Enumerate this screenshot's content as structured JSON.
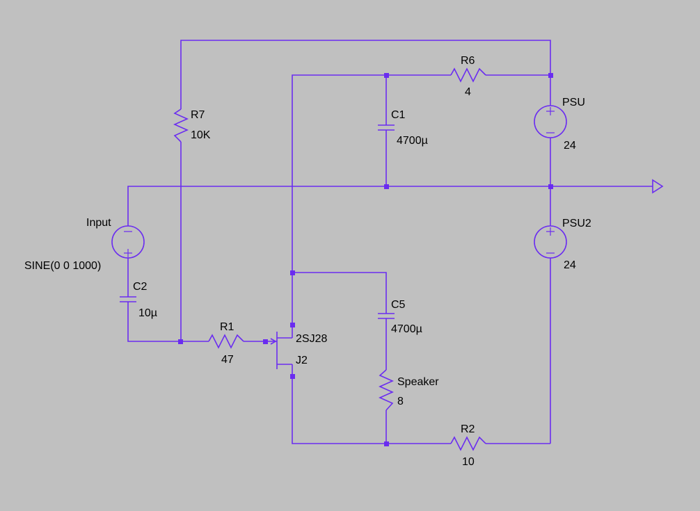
{
  "colors": {
    "background": "#c0c0c0",
    "wire": "#6a2cf0",
    "text": "#000000"
  },
  "components": {
    "R6": {
      "name": "R6",
      "value": "4"
    },
    "R7": {
      "name": "R7",
      "value": "10K"
    },
    "C1": {
      "name": "C1",
      "value": "4700µ"
    },
    "PSU": {
      "name": "PSU",
      "value": "24"
    },
    "PSU2": {
      "name": "PSU2",
      "value": "24"
    },
    "Input": {
      "name": "Input",
      "value": "SINE(0 0 1000)"
    },
    "C2": {
      "name": "C2",
      "value": "10µ"
    },
    "R1": {
      "name": "R1",
      "value": "47"
    },
    "J2": {
      "name": "J2",
      "value": "2SJ28"
    },
    "C5": {
      "name": "C5",
      "value": "4700µ"
    },
    "Speaker": {
      "name": "Speaker",
      "value": "8"
    },
    "R2": {
      "name": "R2",
      "value": "10"
    }
  },
  "ground_icon": "ground-arrow-icon"
}
